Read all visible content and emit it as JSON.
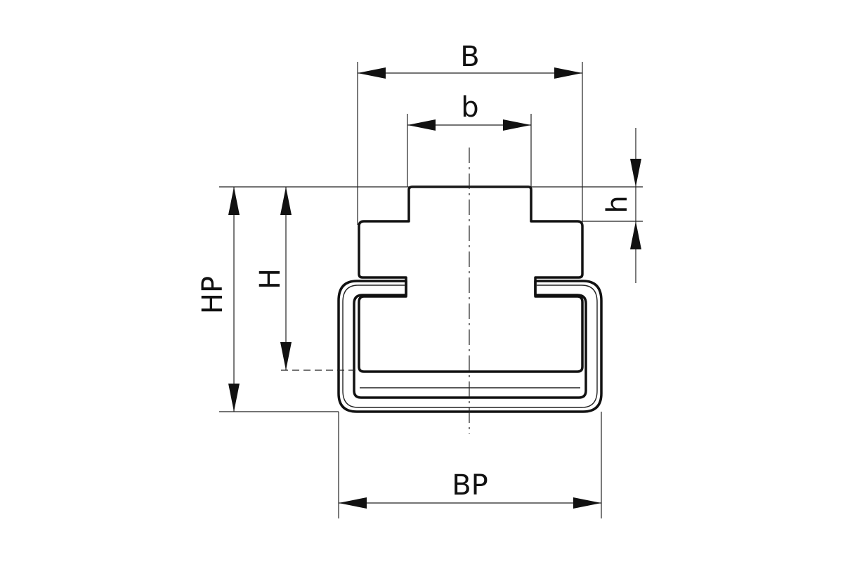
{
  "diagram": {
    "labels": {
      "B": "B",
      "b": "b",
      "h": "h",
      "H": "H",
      "HP": "HP",
      "BP": "BP"
    }
  }
}
